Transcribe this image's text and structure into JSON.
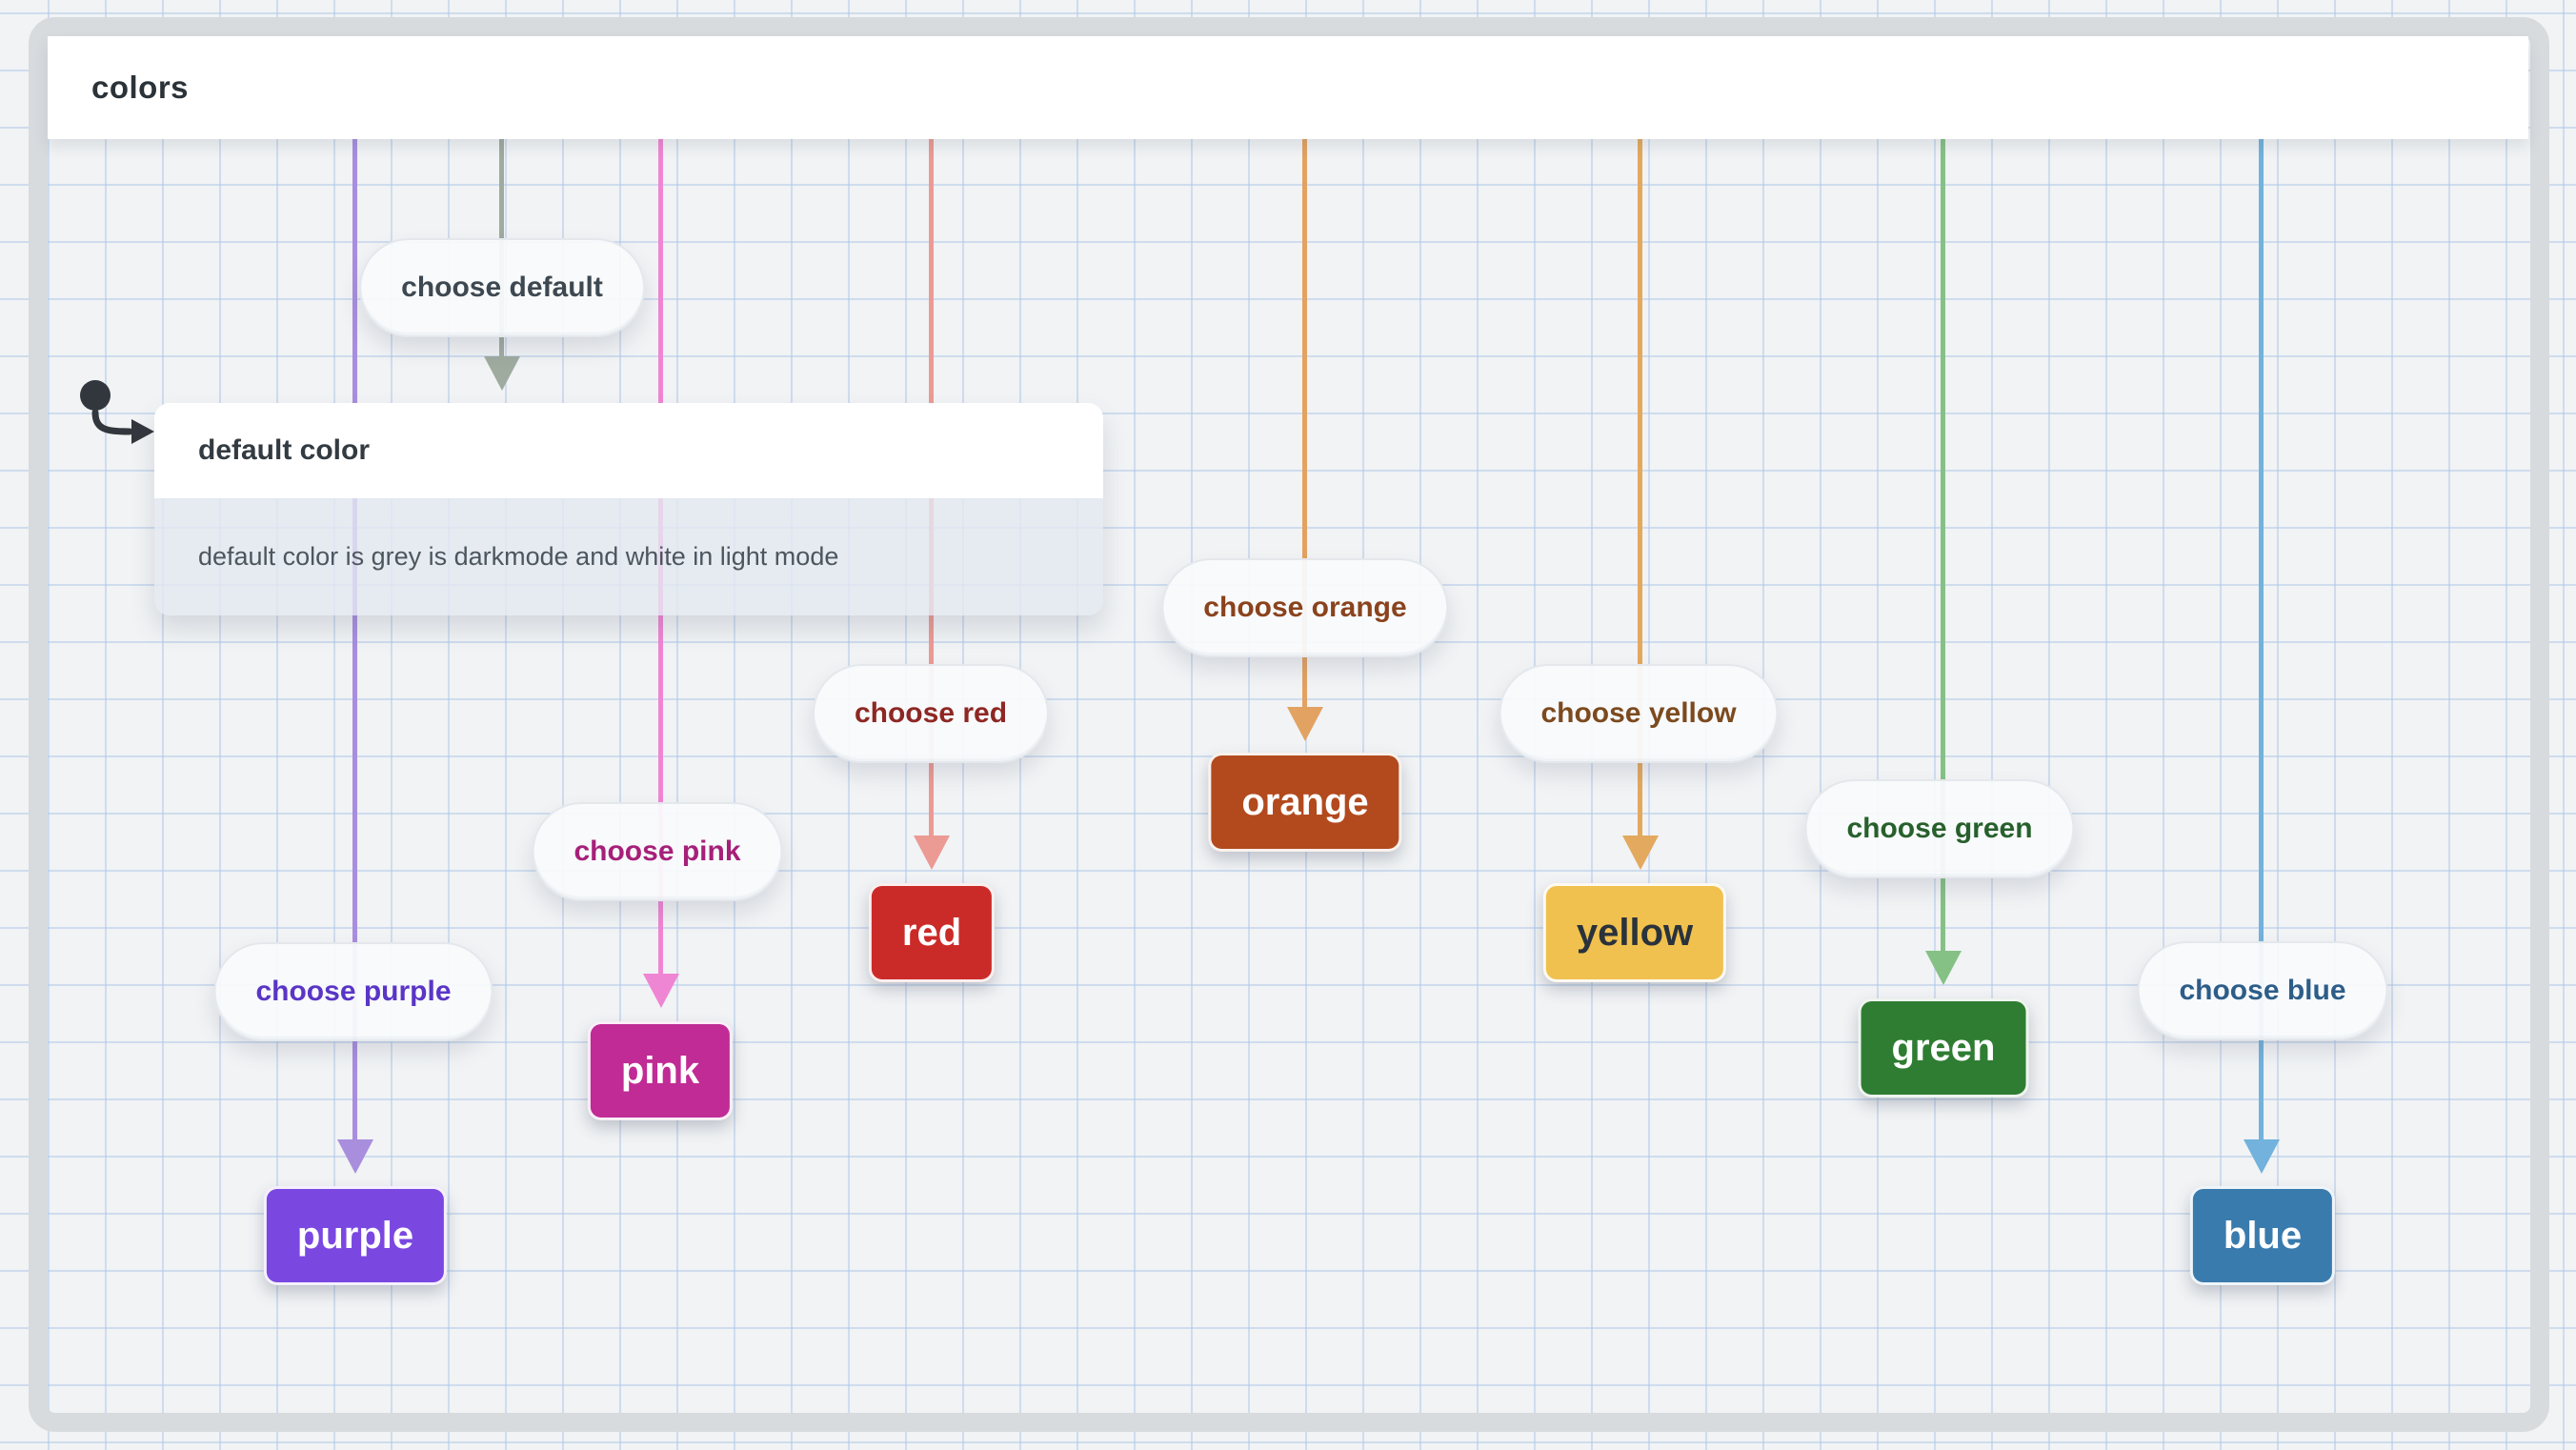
{
  "diagram": {
    "title": "colors",
    "marker": "initial-state",
    "note": {
      "title": "default color",
      "body": "default color is grey is darkmode and white in light mode"
    },
    "transitions": [
      {
        "label": "choose purple",
        "line_color": "#a98ede",
        "text_color": "#5a35c6"
      },
      {
        "label": "choose default",
        "line_color": "#9fab9f",
        "text_color": "#3e4851"
      },
      {
        "label": "choose pink",
        "line_color": "#ef86d3",
        "text_color": "#a62079"
      },
      {
        "label": "choose red",
        "line_color": "#ec9a94",
        "text_color": "#8e2723"
      },
      {
        "label": "choose orange",
        "line_color": "#e2a262",
        "text_color": "#8a431d"
      },
      {
        "label": "choose yellow",
        "line_color": "#e3a95e",
        "text_color": "#7c4a1e"
      },
      {
        "label": "choose green",
        "line_color": "#85c185",
        "text_color": "#27602c"
      },
      {
        "label": "choose blue",
        "line_color": "#72b2dc",
        "text_color": "#2d5d88"
      }
    ],
    "states": [
      {
        "label": "purple",
        "bg": "#7a48e1",
        "fg": "#ffffff"
      },
      {
        "label": "pink",
        "bg": "#c02b95",
        "fg": "#ffffff"
      },
      {
        "label": "red",
        "bg": "#cb2b28",
        "fg": "#ffffff"
      },
      {
        "label": "orange",
        "bg": "#b24a1e",
        "fg": "#ffffff"
      },
      {
        "label": "yellow",
        "bg": "#f0c14e",
        "fg": "#2a323c"
      },
      {
        "label": "green",
        "bg": "#2f7d33",
        "fg": "#ffffff"
      },
      {
        "label": "blue",
        "bg": "#3a7bae",
        "fg": "#ffffff"
      }
    ]
  }
}
